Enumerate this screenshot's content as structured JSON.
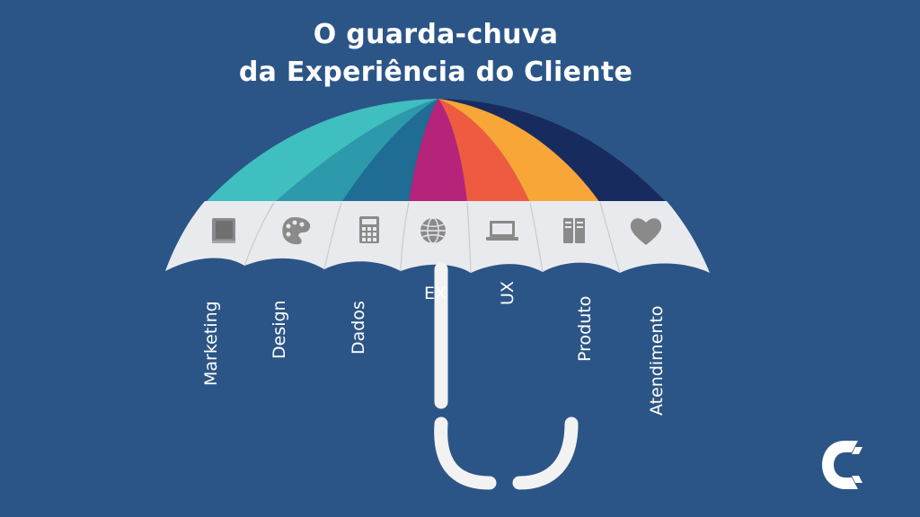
{
  "title": {
    "line1": "O guarda-chuva",
    "line2": "da Experiência do Cliente"
  },
  "segments": [
    {
      "label": "Marketing",
      "icon": "book-icon",
      "color": "#3fbfbf"
    },
    {
      "label": "Design",
      "icon": "palette-icon",
      "color": "#2c9aaa"
    },
    {
      "label": "Dados",
      "icon": "calculator-icon",
      "color": "#1f6c94"
    },
    {
      "label": "EX",
      "icon": "globe-icon",
      "color": "#b5237a"
    },
    {
      "label": "UX",
      "icon": "laptop-icon",
      "color": "#ef5b40"
    },
    {
      "label": "Produto",
      "icon": "server-icon",
      "color": "#f8a637"
    },
    {
      "label": "Atendimento",
      "icon": "heart-icon",
      "color": "#172b5f"
    }
  ],
  "colors": {
    "background": "#2b5586",
    "underside": "#e9eaee",
    "icon": "#8a8a8a",
    "handle": "#f2f2f2"
  },
  "logo": {
    "name": "company-logo",
    "color": "#ffffff"
  }
}
